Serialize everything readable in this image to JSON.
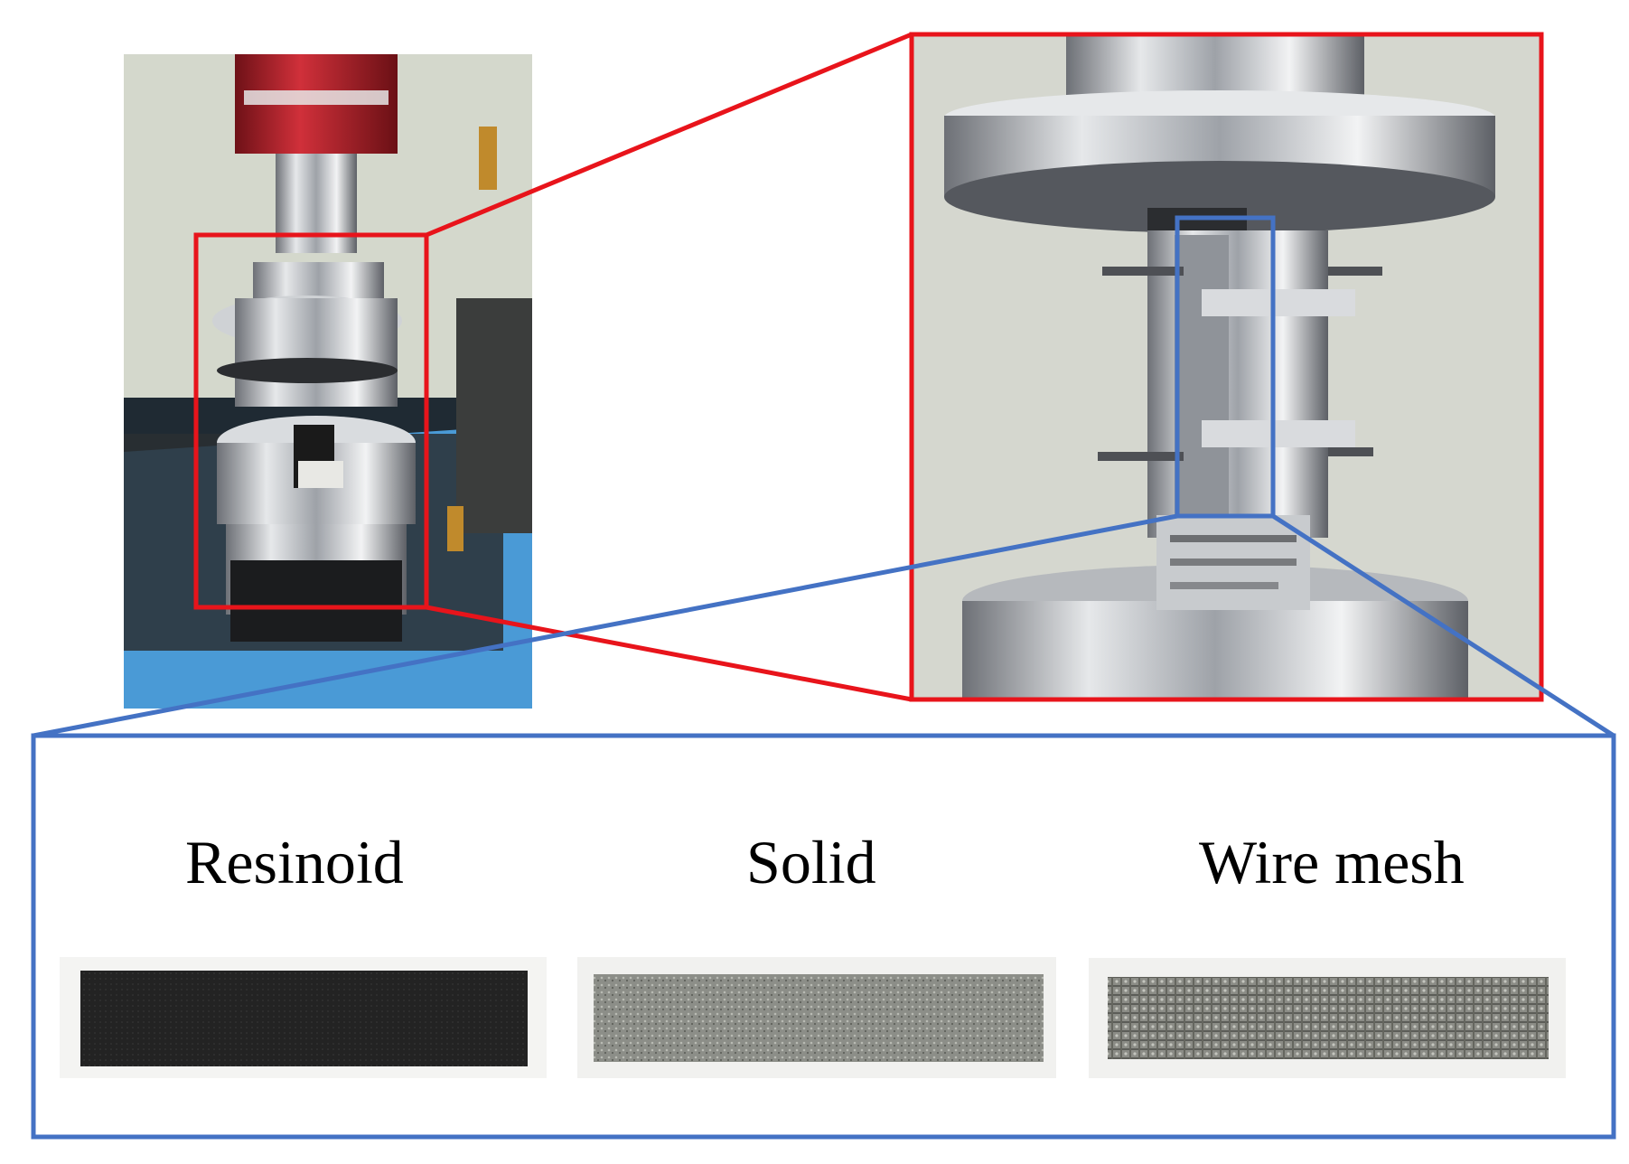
{
  "figure": {
    "colors": {
      "zoom_frame_red": "#e8141b",
      "zoom_frame_blue": "#4472c4",
      "mat_blue": "#4a9ad6",
      "wall": "#d4d8cc",
      "steel": "#b8bcc2",
      "red_load_cell": "#b3202a",
      "resinoid": "#262626",
      "solid": "#8a8c86",
      "wire_mesh": "#8e8f88"
    },
    "photos": {
      "left": {
        "icon": "tensile-testing-machine-photo"
      },
      "right": {
        "icon": "grip-fixture-closeup-photo"
      }
    },
    "samples": [
      {
        "label": "Resinoid",
        "texture": "resinoid-strip"
      },
      {
        "label": "Solid",
        "texture": "solid-strip"
      },
      {
        "label": "Wire mesh",
        "texture": "wire-mesh-strip"
      }
    ]
  }
}
